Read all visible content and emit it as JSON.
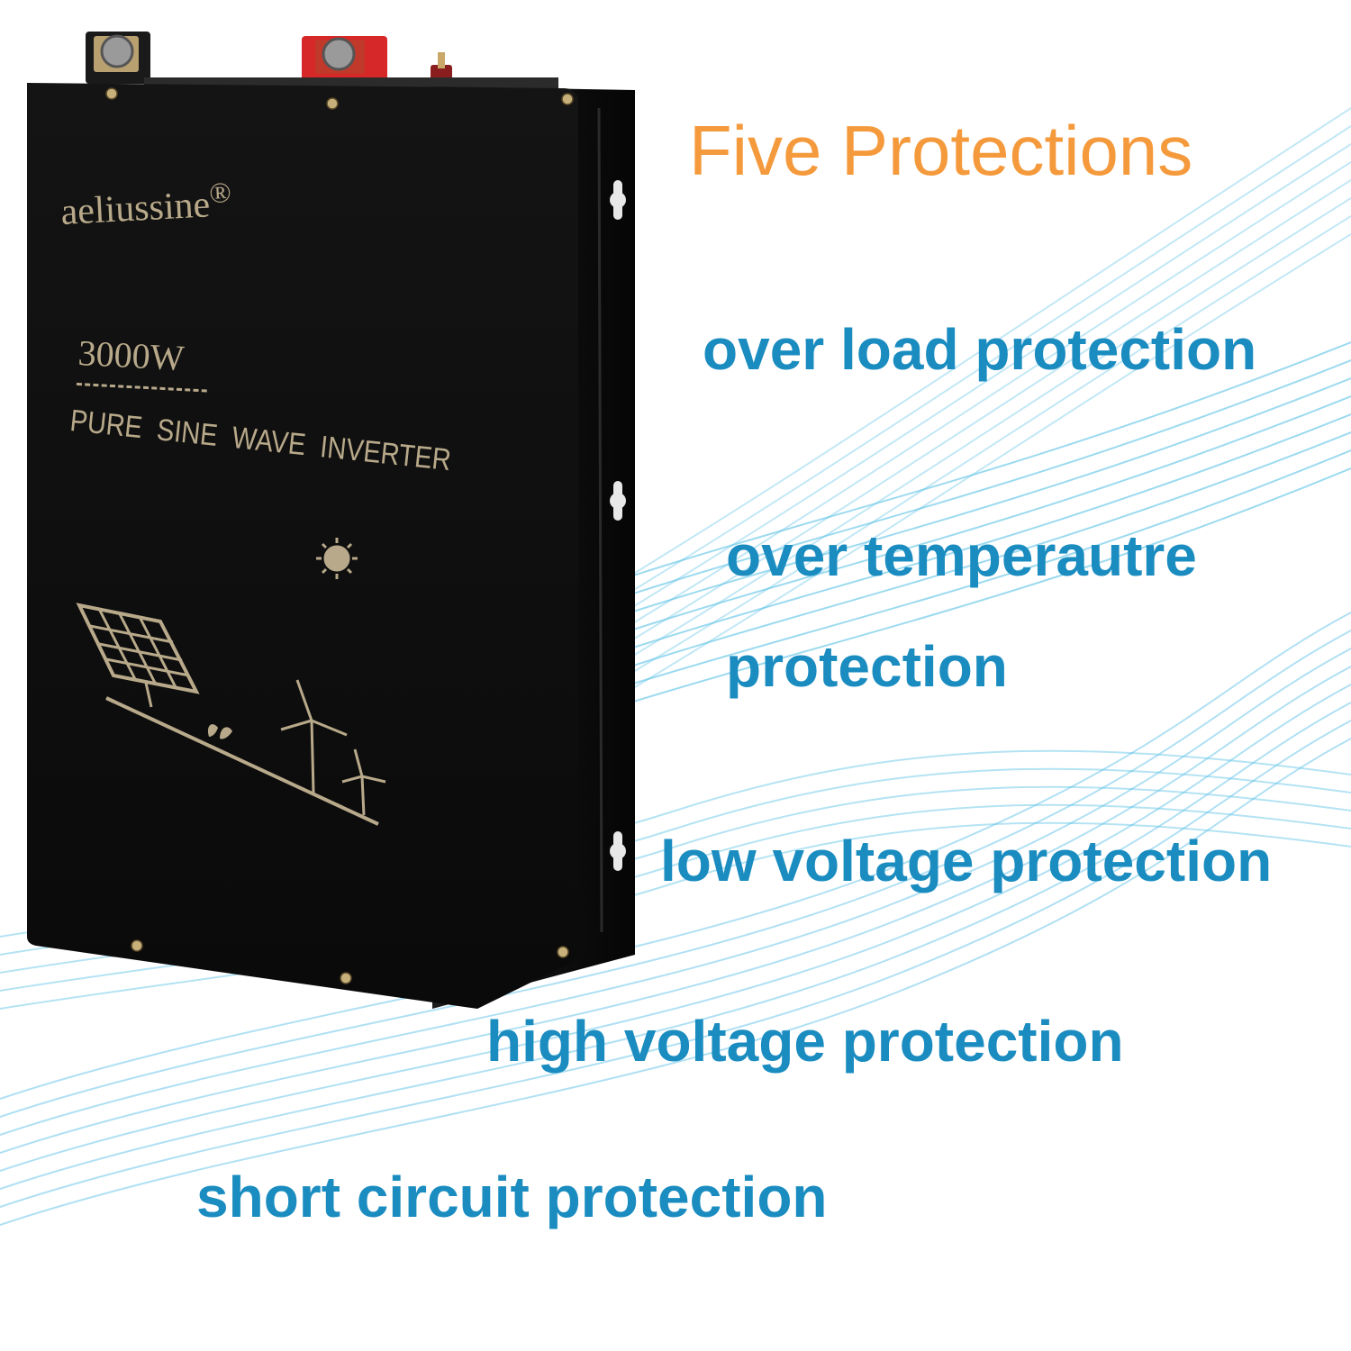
{
  "colors": {
    "headline": "#f59a3c",
    "feature_text": "#1a8cc0",
    "wave_light": "#aee0f2",
    "wave_mid": "#5bc2e6",
    "inverter_body": "#0f0f0f",
    "print_gold": "#b8a98a",
    "terminal_red": "#d62828"
  },
  "headline": "Five Protections",
  "protections": {
    "overload": "over load protection",
    "over_temperature_line1": "over temperautre",
    "over_temperature_line2": "protection",
    "low_voltage": "low voltage protection",
    "high_voltage": "high voltage protection",
    "short_circuit": "short circuit protection"
  },
  "product": {
    "brand": "aeliussine",
    "brand_mark": "®",
    "power_rating": "3000W",
    "description": "PURE SINE WAVE INVERTER"
  },
  "icons": [
    "sun-icon",
    "solar-panel-icon",
    "wind-turbine-icon",
    "sprout-icon",
    "terminal-bolt-icon",
    "mounting-slot-icon"
  ]
}
